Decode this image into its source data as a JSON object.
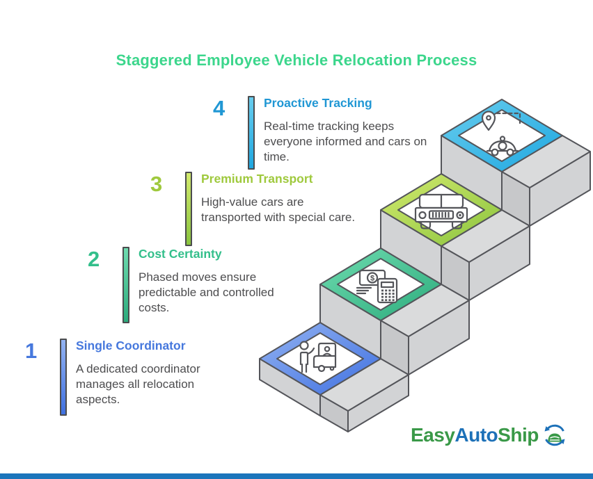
{
  "title": {
    "text": "Staggered Employee Vehicle Relocation Process",
    "color": "#3cd68c"
  },
  "steps": [
    {
      "number": "1",
      "heading": "Single Coordinator",
      "body": "A dedicated coordinator manages all relocation aspects.",
      "accent": "#4678dd",
      "bar_gradient": [
        "#93b3f2",
        "#3f70e0"
      ],
      "icon": "coordinator-handoff-icon"
    },
    {
      "number": "2",
      "heading": "Cost Certainty",
      "body": "Phased moves ensure predictable and controlled costs.",
      "accent": "#33bf8b",
      "bar_gradient": [
        "#6fdcb0",
        "#2cab7c"
      ],
      "icon": "money-calculator-icon",
      "icon_label": "$"
    },
    {
      "number": "3",
      "heading": "Premium Transport",
      "body": "High-value cars are transported with special care.",
      "accent": "#9fc93d",
      "bar_gradient": [
        "#d3ea6e",
        "#8ac43e"
      ],
      "icon": "transport-truck-icon"
    },
    {
      "number": "4",
      "heading": "Proactive Tracking",
      "body": "Real-time tracking keeps everyone informed and cars on time.",
      "accent": "#2097d4",
      "bar_gradient": [
        "#68cdee",
        "#1fa7e0"
      ],
      "icon": "gps-tracking-icon"
    }
  ],
  "logo": {
    "part1": "Easy",
    "part2": "Auto",
    "part3": "Ship",
    "green": "#3a9948",
    "blue": "#1d71b8"
  },
  "footer": {
    "bar_color": "#1b75bb"
  },
  "staircase": {
    "wall_color": "#d2d3d5",
    "corner_color": "#c7c8ca",
    "strip_color": "#dadbdc",
    "outline_color": "#54555a",
    "diamond_inner": "#ffffff"
  }
}
